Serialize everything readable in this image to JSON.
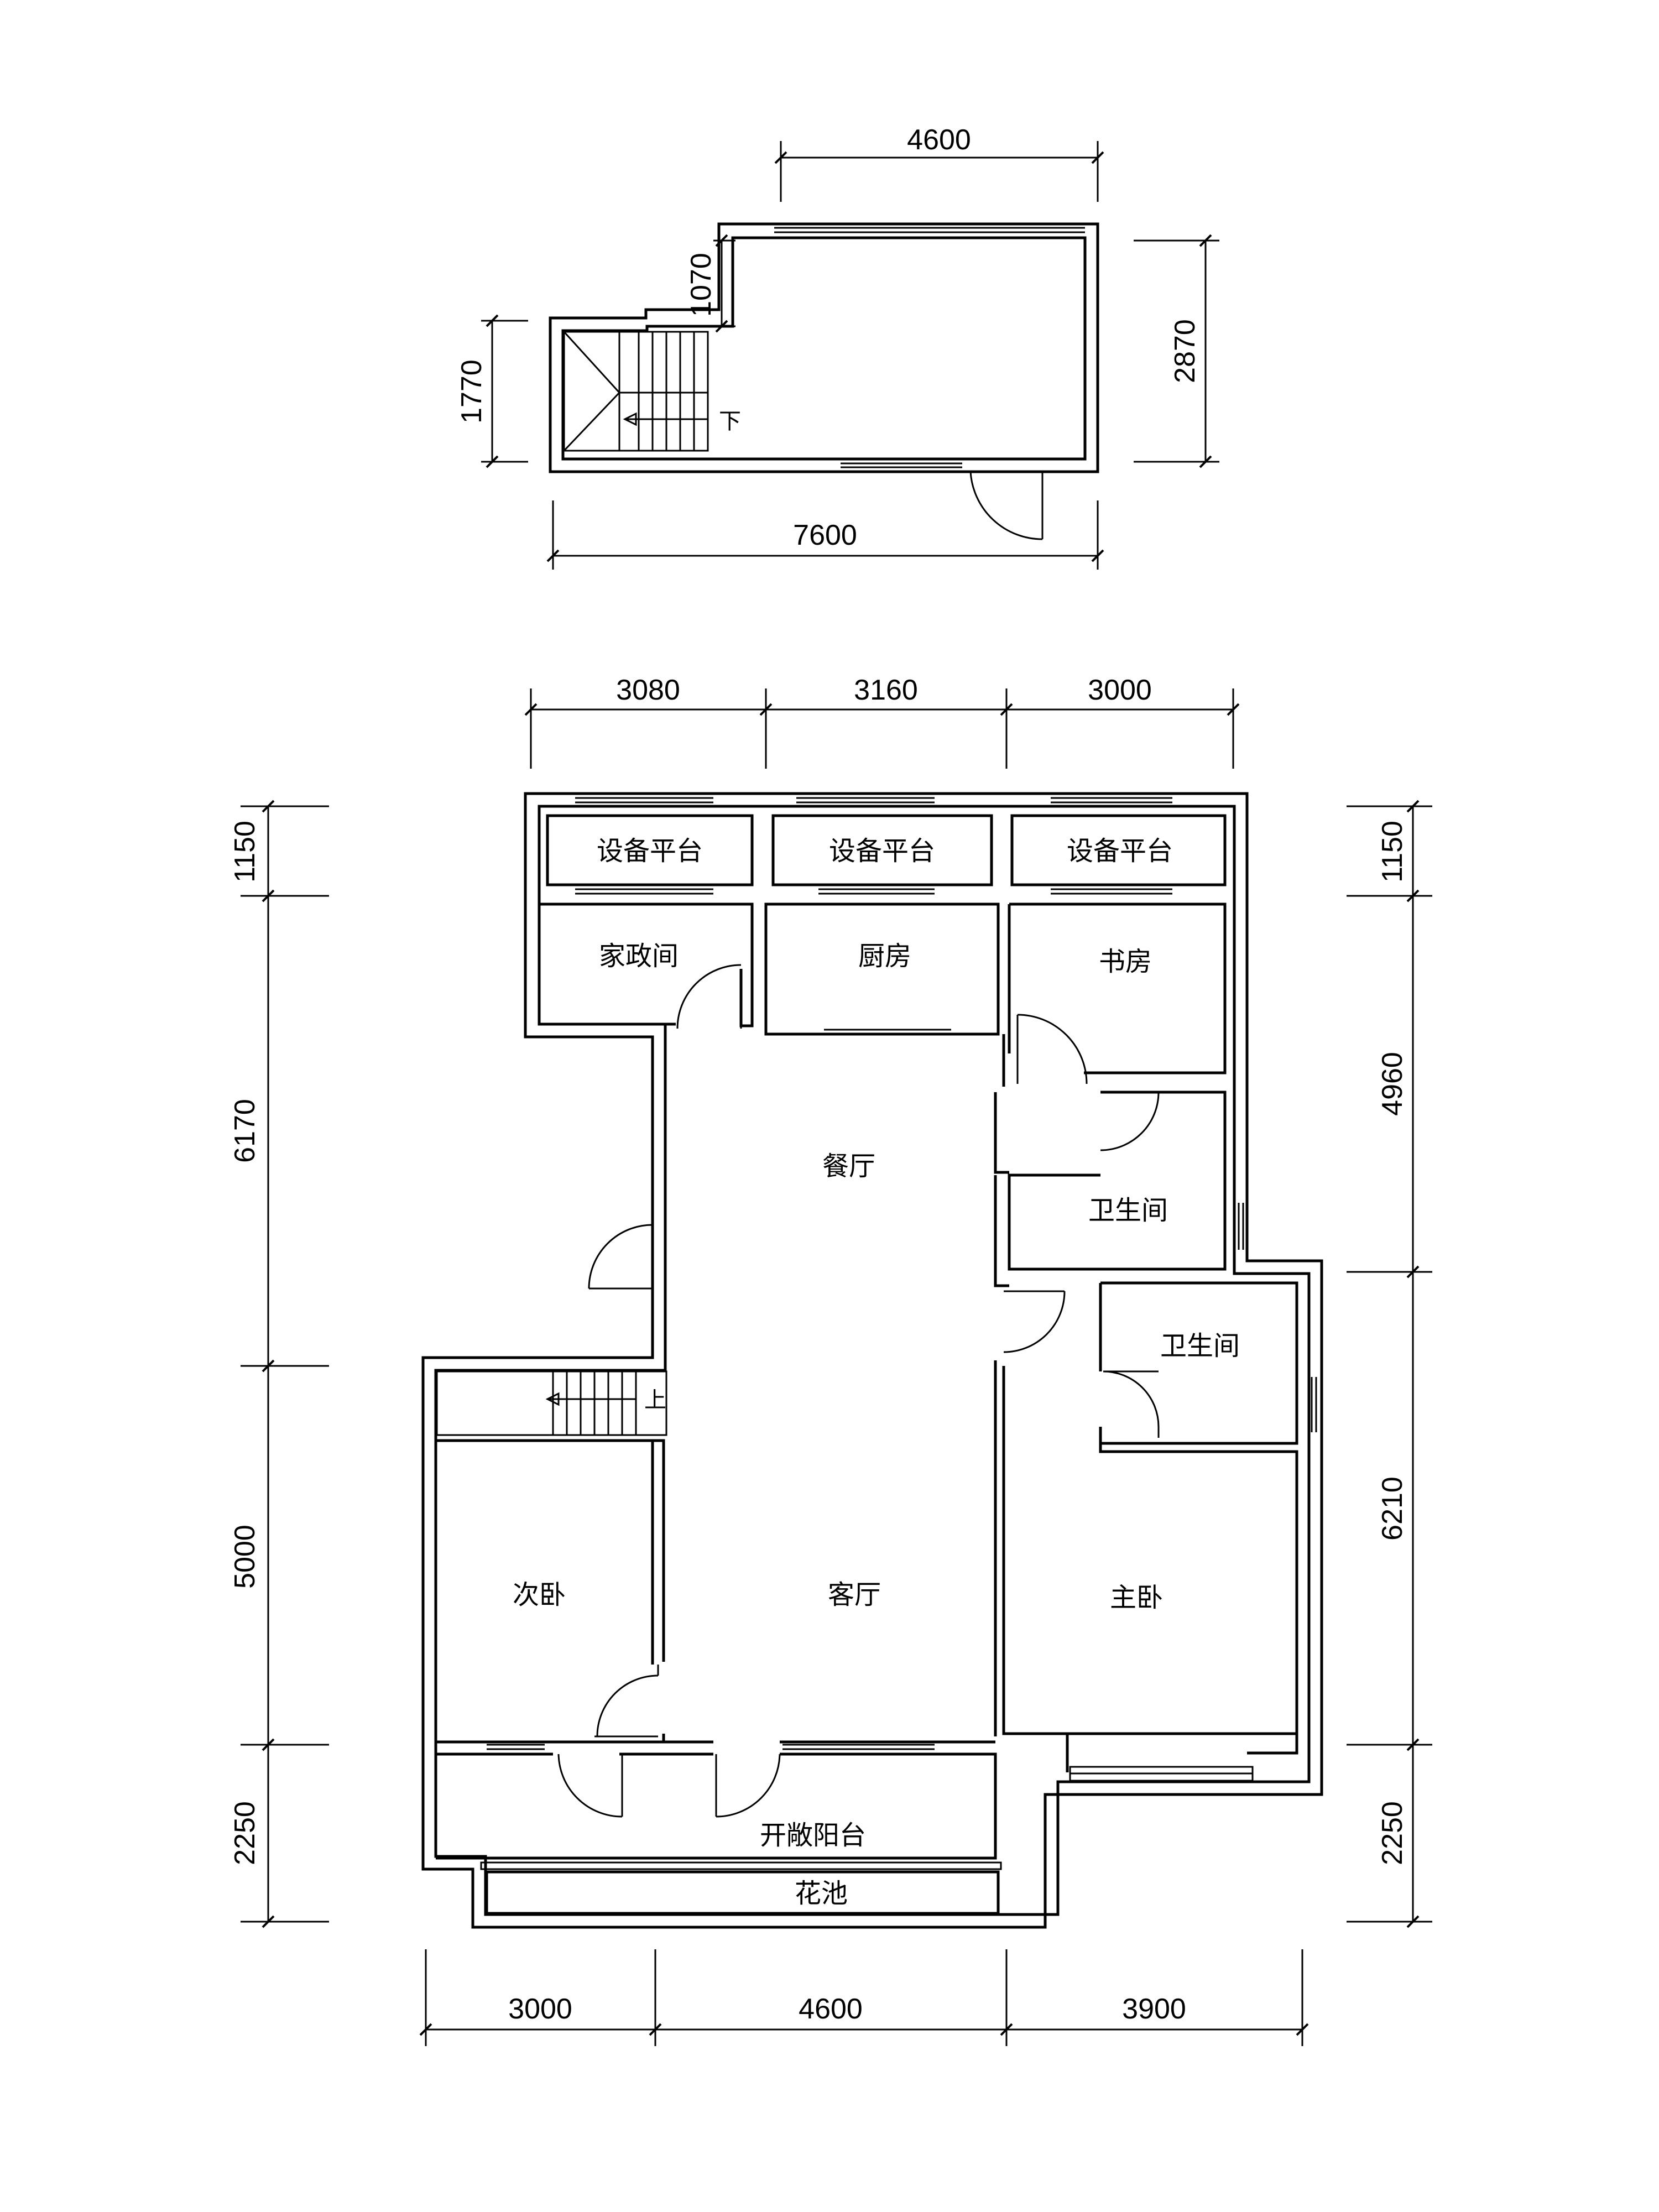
{
  "upper_floor": {
    "dims": {
      "top": "4600",
      "bottom": "7600",
      "right": "2870",
      "left": "1770",
      "step": "1070"
    },
    "stair_label": "下"
  },
  "main_floor": {
    "dims": {
      "top": [
        "3080",
        "3160",
        "3000"
      ],
      "bottom": [
        "3000",
        "4600",
        "3900"
      ],
      "left": [
        "1150",
        "6170",
        "5000",
        "2250"
      ],
      "right": [
        "1150",
        "4960",
        "6210",
        "2250"
      ]
    },
    "rooms": {
      "platform_1": "设备平台",
      "platform_2": "设备平台",
      "platform_3": "设备平台",
      "housekeeping": "家政间",
      "kitchen": "厨房",
      "study": "书房",
      "dining": "餐厅",
      "bath_1": "卫生间",
      "bath_2": "卫生间",
      "second_bedroom": "次卧",
      "living": "客厅",
      "master_bedroom": "主卧",
      "balcony": "开敞阳台",
      "planter": "花池"
    },
    "stair_label": "上"
  }
}
